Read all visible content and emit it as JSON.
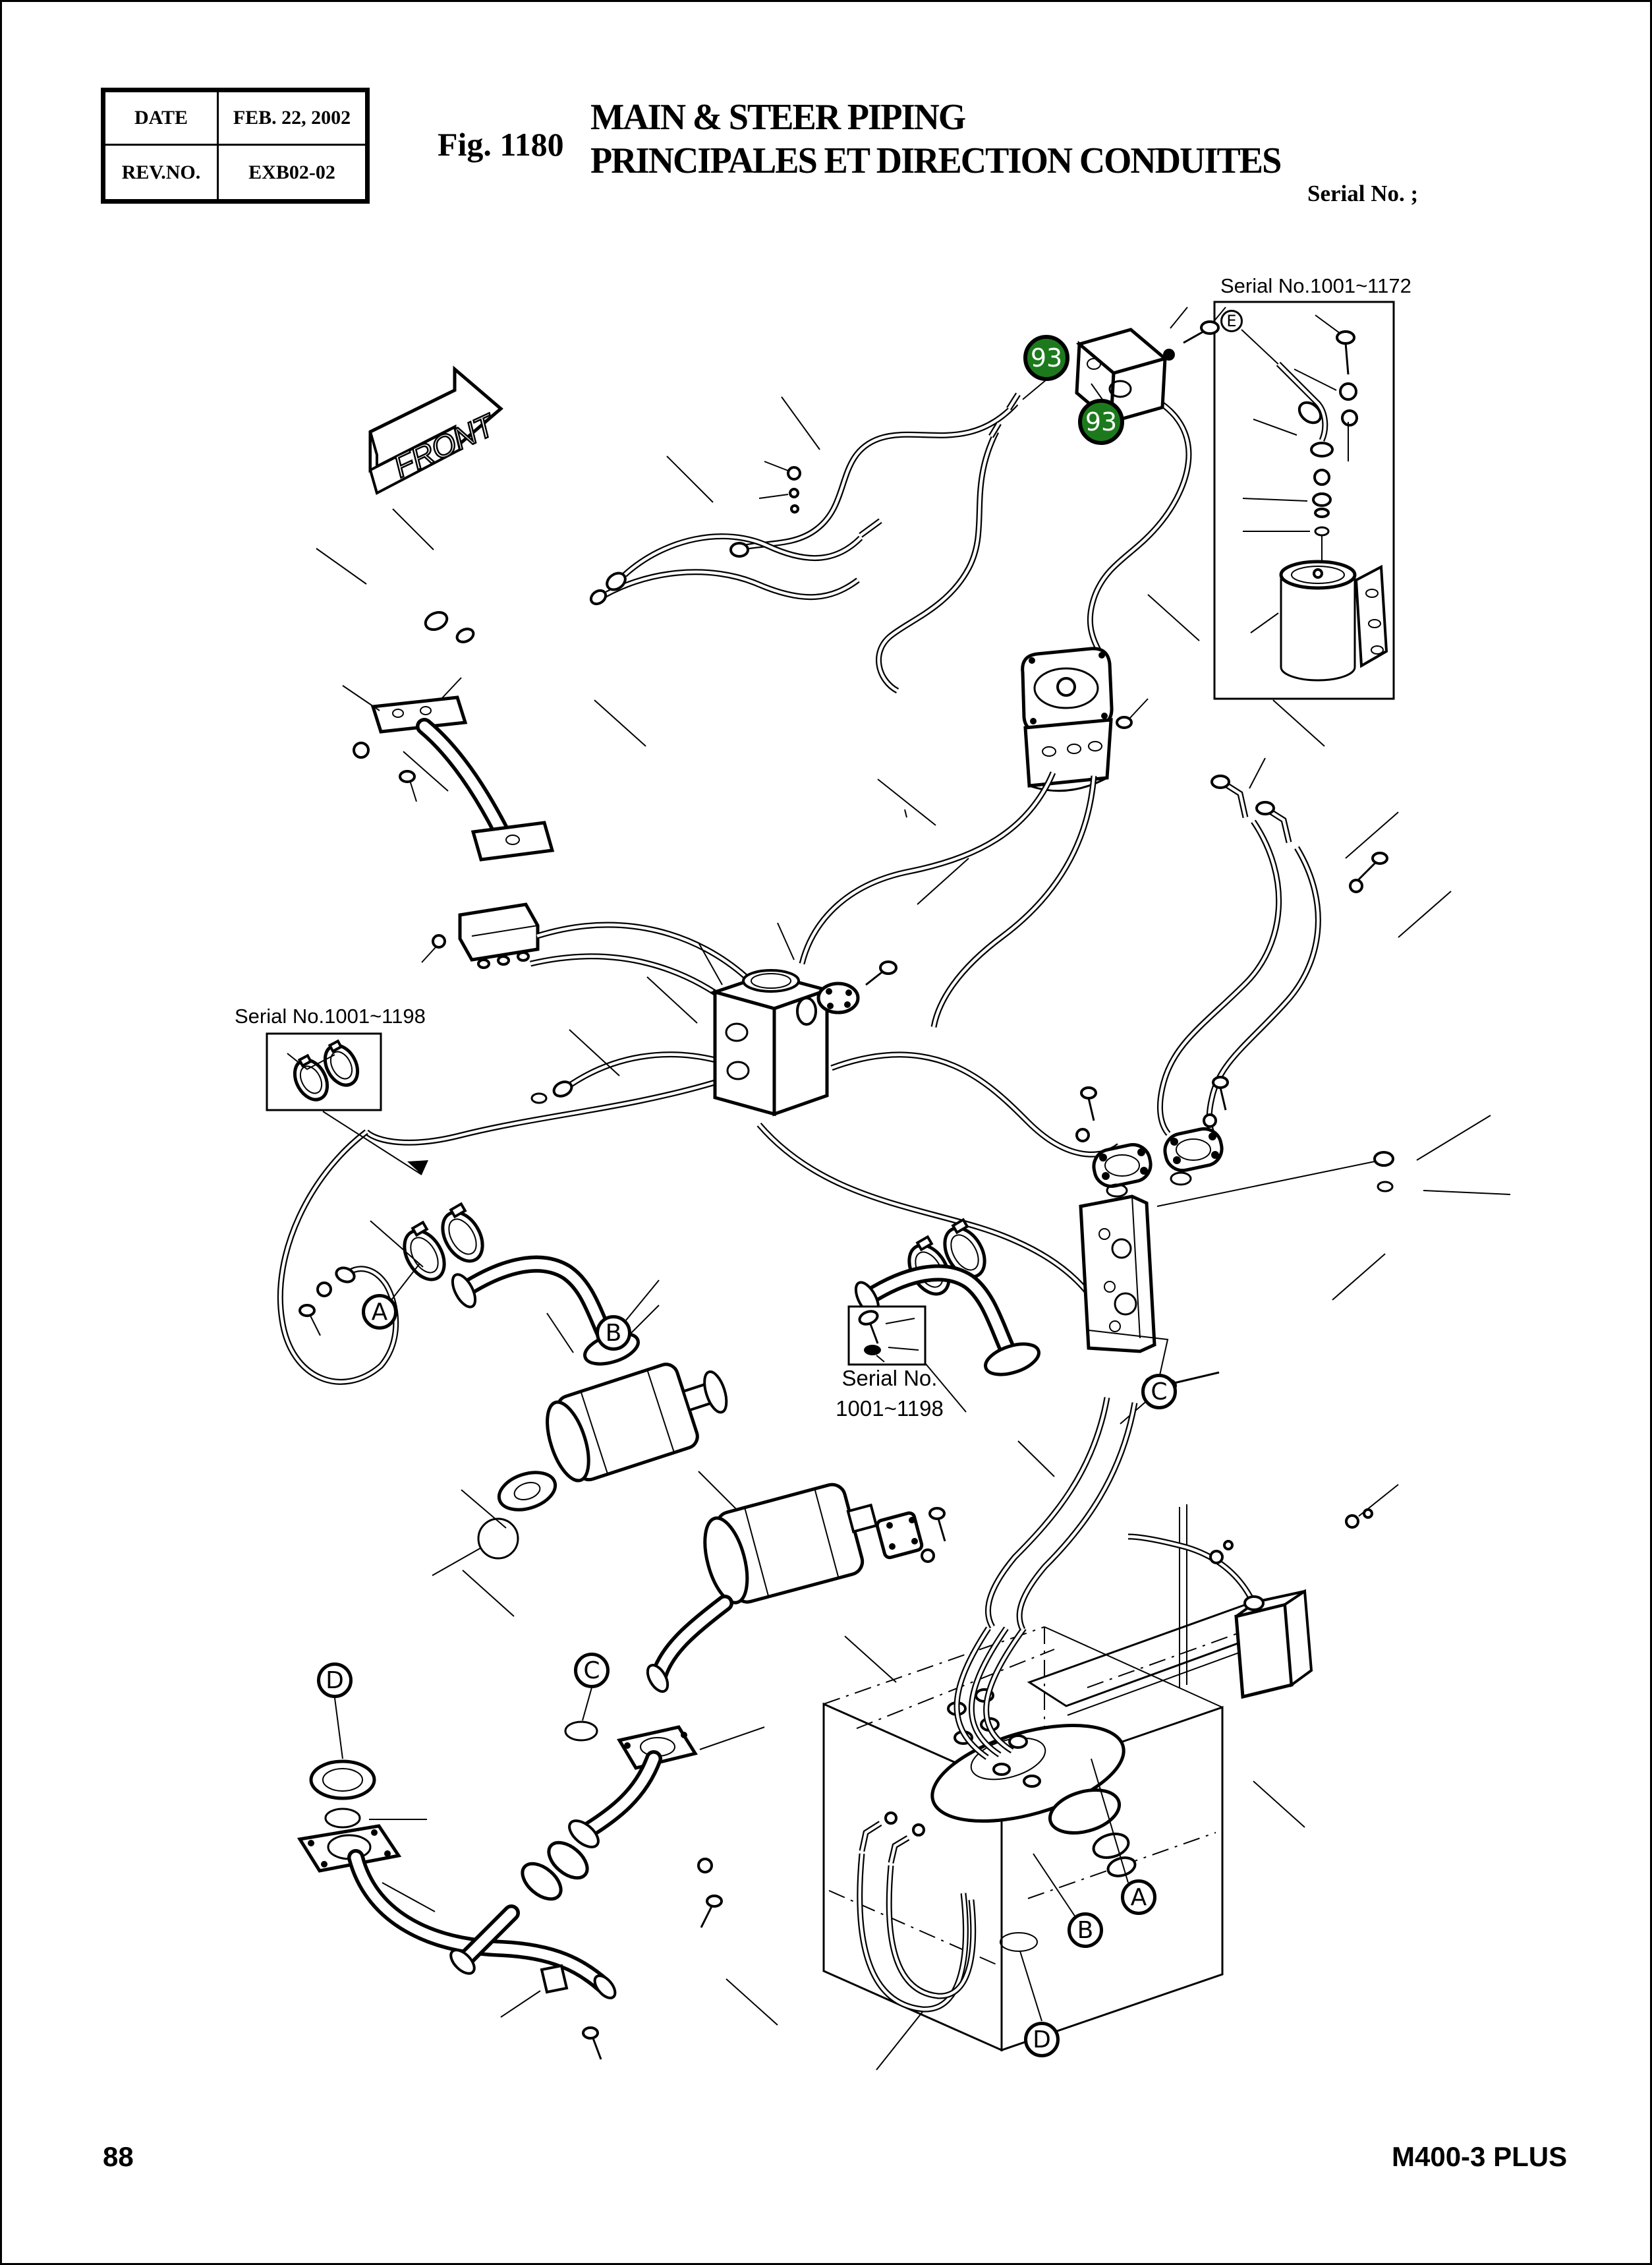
{
  "header": {
    "date_label": "DATE",
    "date_value": "FEB. 22, 2002",
    "rev_label": "REV.NO.",
    "rev_value": "EXB02-02",
    "figure_label": "Fig. 1180",
    "title_line1": "MAIN & STEER PIPING",
    "title_line2": "PRINCIPALES ET DIRECTION CONDUITES",
    "serial_note": "Serial No. ;"
  },
  "diagram": {
    "front_label": "FRONT",
    "serial_labels": {
      "top_right": "Serial No.1001~1172",
      "left": "Serial No.1001~1198",
      "middle_line1": "Serial No.",
      "middle_line2": "1001~1198"
    },
    "badges": [
      {
        "value": "93"
      },
      {
        "value": "93"
      }
    ],
    "callouts": [
      {
        "letter": "A"
      },
      {
        "letter": "B"
      },
      {
        "letter": "C"
      },
      {
        "letter": "D"
      },
      {
        "letter": "C"
      },
      {
        "letter": "A"
      },
      {
        "letter": "B"
      },
      {
        "letter": "D"
      },
      {
        "letter": "E"
      }
    ],
    "colors": {
      "badge_fill": "#1c7a1c",
      "badge_text": "#ffffff",
      "line_color": "#000000",
      "paper": "#ffffff"
    }
  },
  "footer": {
    "page_number": "88",
    "model": "M400-3 PLUS"
  }
}
